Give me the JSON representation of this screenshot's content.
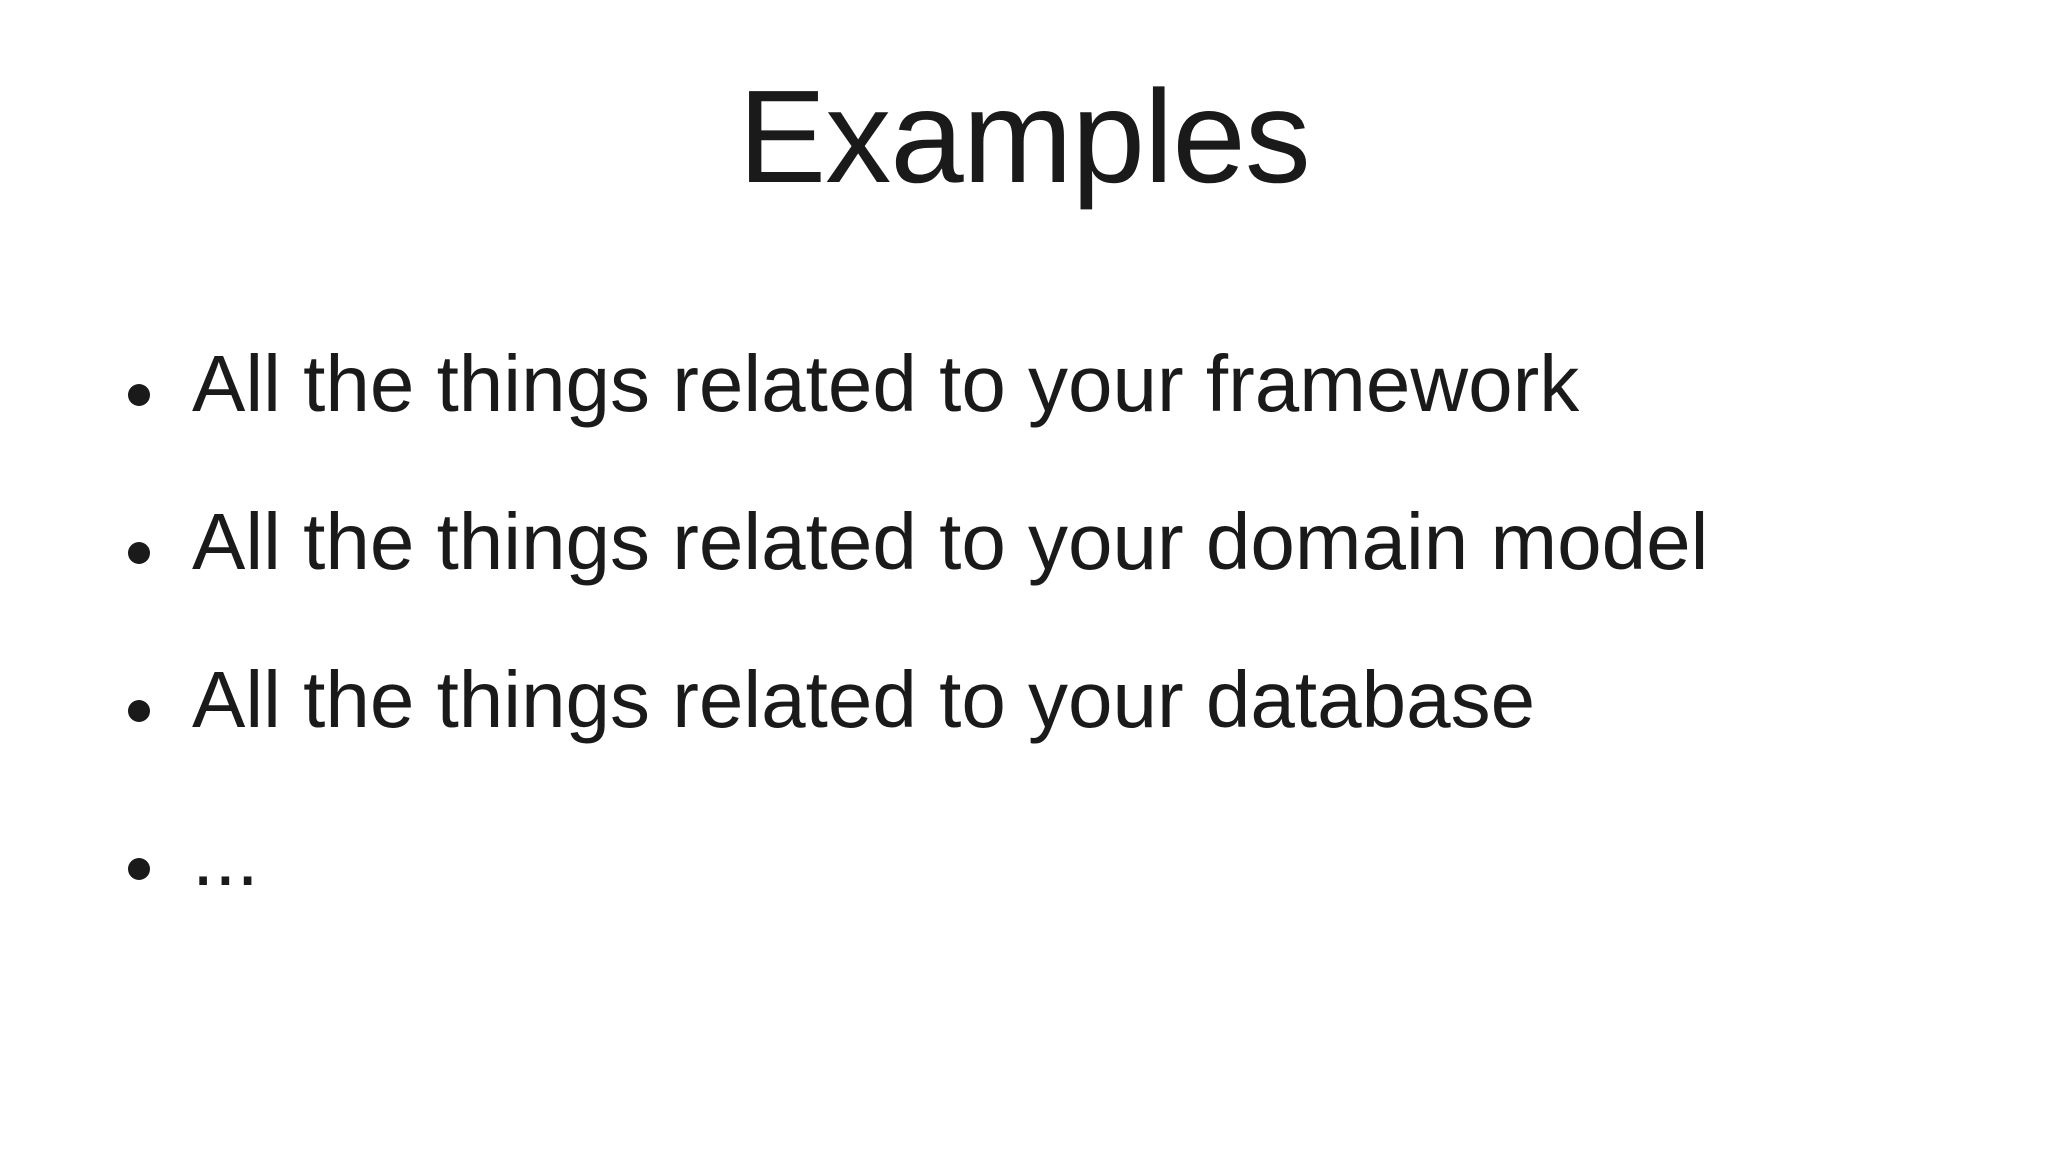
{
  "slide": {
    "title": "Examples",
    "bullet_list": {
      "items": [
        {
          "text": "All the things related to your framework"
        },
        {
          "text": "All the things related to your domain model"
        },
        {
          "text": "All the things related to your database"
        },
        {
          "text": "..."
        }
      ]
    },
    "colors": {
      "background": "#ffffff",
      "text": "#1a1a1a"
    }
  }
}
